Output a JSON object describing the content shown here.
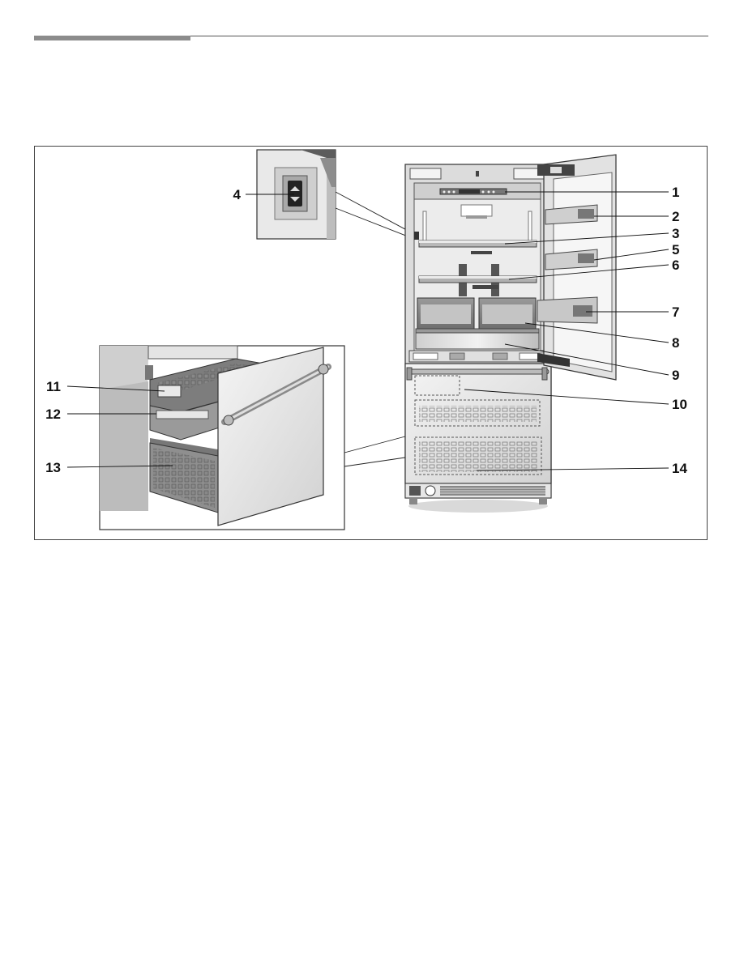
{
  "figure": {
    "callouts": [
      {
        "id": "1",
        "label": "1"
      },
      {
        "id": "2",
        "label": "2"
      },
      {
        "id": "3",
        "label": "3"
      },
      {
        "id": "4",
        "label": "4"
      },
      {
        "id": "5",
        "label": "5"
      },
      {
        "id": "6",
        "label": "6"
      },
      {
        "id": "7",
        "label": "7"
      },
      {
        "id": "8",
        "label": "8"
      },
      {
        "id": "9",
        "label": "9"
      },
      {
        "id": "10",
        "label": "10"
      },
      {
        "id": "11",
        "label": "11"
      },
      {
        "id": "12",
        "label": "12"
      },
      {
        "id": "13",
        "label": "13"
      },
      {
        "id": "14",
        "label": "14"
      }
    ]
  }
}
